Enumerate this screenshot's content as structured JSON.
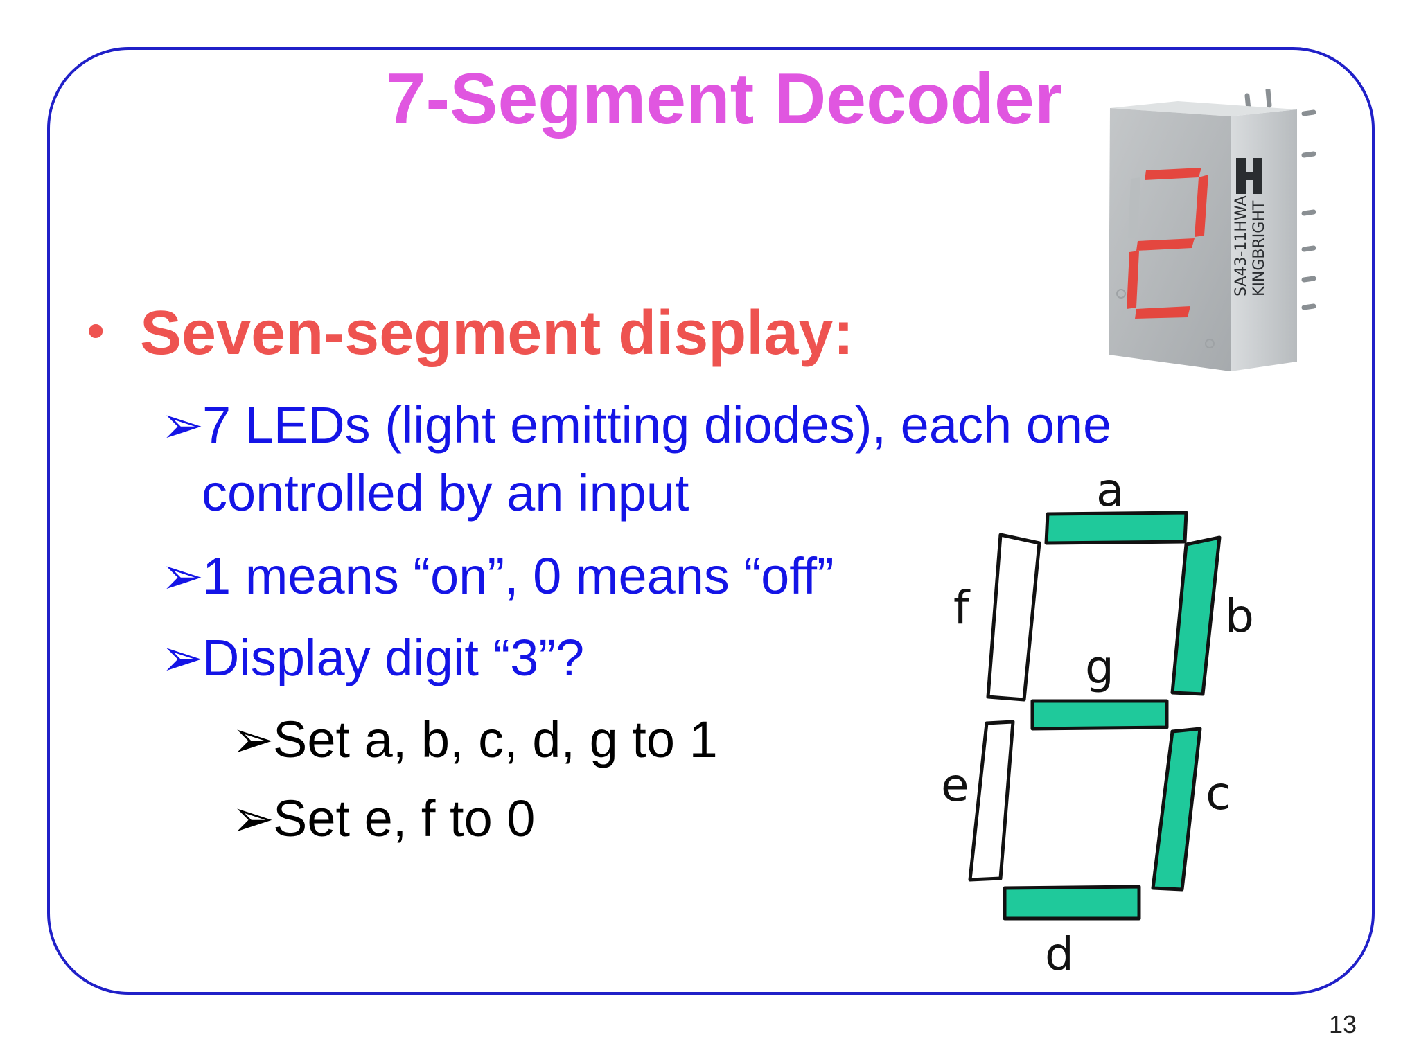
{
  "title": "7-Segment Decoder",
  "bullet": {
    "marker": "•",
    "text": "Seven-segment display:"
  },
  "sub_items": [
    {
      "marker": "➢",
      "line1": "7 LEDs (light emitting diodes), each one",
      "line2": "controlled by an input"
    },
    {
      "marker": "➢",
      "text": "1 means “on”, 0 means “off”"
    },
    {
      "marker": "➢",
      "text": "Display digit “3”?"
    }
  ],
  "sub_sub_items": [
    {
      "marker": "➢",
      "text": "Set a, b, c, d, g to 1"
    },
    {
      "marker": "➢",
      "text": "Set e, f to 0"
    }
  ],
  "diagram": {
    "labels": {
      "a": "a",
      "b": "b",
      "c": "c",
      "d": "d",
      "e": "e",
      "f": "f",
      "g": "g"
    },
    "on_color": "#1fc99b",
    "off_color": "#ffffff",
    "segments_on": [
      "a",
      "b",
      "c",
      "d",
      "g"
    ]
  },
  "photo": {
    "brand_text": "KINGBRIGHT",
    "part_text": "SA43-11HWA"
  },
  "colors": {
    "title": "#e056e0",
    "bullet": "#ee5350",
    "sub_text": "#1414e6",
    "frame": "#2020c8"
  },
  "page_number": "13"
}
